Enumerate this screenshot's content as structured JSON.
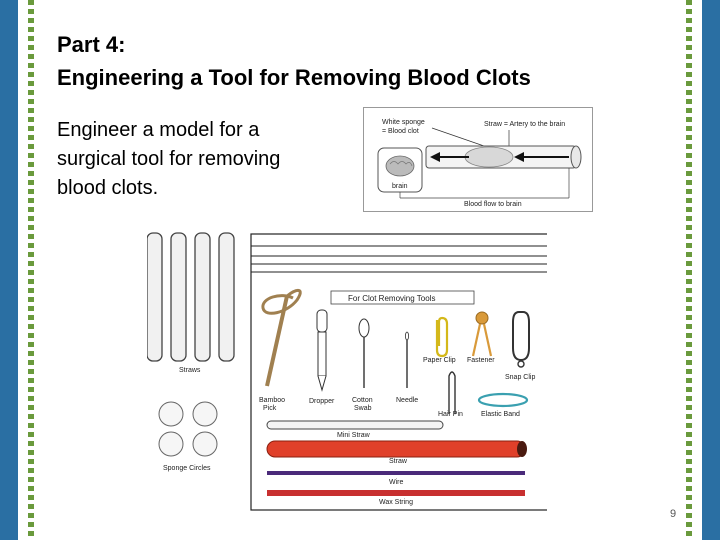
{
  "slide": {
    "title_line1": "Part 4:",
    "title_line2": "Engineering a Tool for Removing Blood Clots",
    "body": "Engineer a model for a surgical tool for removing blood clots.",
    "page_number": "9"
  },
  "diagram": {
    "sponge_label_line1": "White sponge",
    "sponge_label_line2": "= Blood clot",
    "straw_label": "Straw = Artery to the brain",
    "brain_label": "brain",
    "flow_label": "Blood flow to brain"
  },
  "tools": {
    "straws_label": "Straws",
    "sponge_circles_label": "Sponge Circles",
    "bag_label": "For Clot Removing Tools",
    "bamboo_pick_line1": "Bamboo",
    "bamboo_pick_line2": "Pick",
    "dropper_label": "Dropper",
    "cotton_swab_line1": "Cotton",
    "cotton_swab_line2": "Swab",
    "needle_label": "Needle",
    "paper_clip_label": "Paper Clip",
    "fastener_label": "Fastener",
    "snap_clip_label": "Snap Clip",
    "hair_pin_label": "Hair Pin",
    "elastic_band_label": "Elastic Band",
    "mini_straw_label": "Mini Straw",
    "straw_label": "Straw",
    "wire_label": "Wire",
    "wax_string_label": "Wax String"
  },
  "colors": {
    "side_bar": "#2a6fa3",
    "dash_green": "#6a9a3c",
    "red_straw": "#e0402a",
    "wire": "#4a2a7a",
    "wax_string": "#c83030",
    "paper_clip": "#d4b81a",
    "fastener": "#d99a3a",
    "bamboo": "#a08050"
  }
}
